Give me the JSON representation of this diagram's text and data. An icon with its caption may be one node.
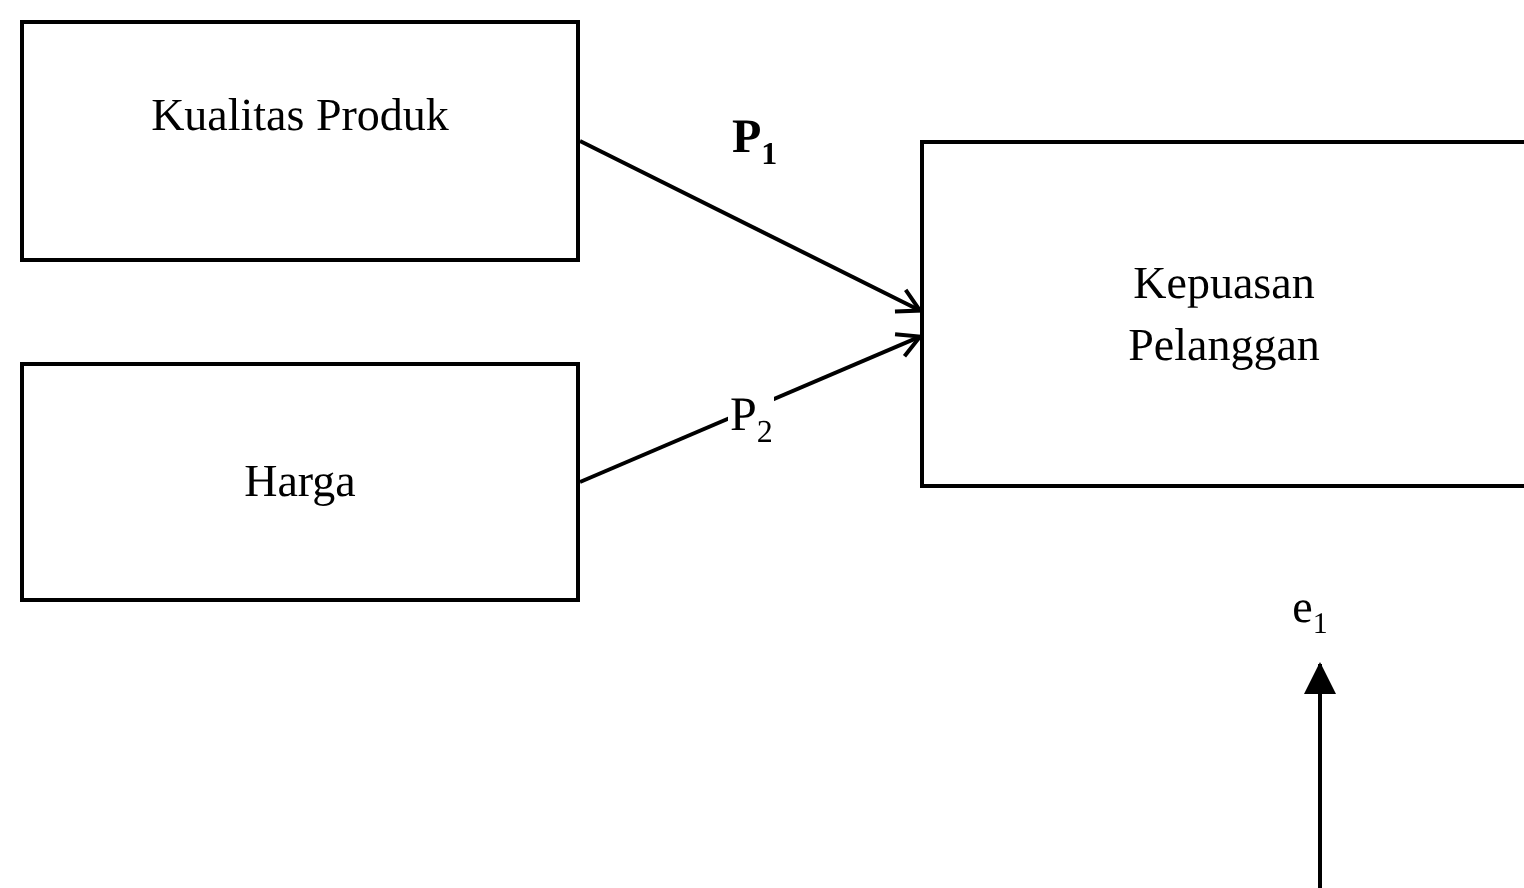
{
  "diagram": {
    "nodes": [
      {
        "text": [
          "Kualitas Produk"
        ]
      },
      {
        "text": [
          "Harga"
        ]
      },
      {
        "text": [
          "Kepuasan Pelanggan"
        ]
      },
      {
        "text": [
          "e$_{1}$"
        ]
      }
    ],
    "edges": [
      {
        "from": 0,
        "to": 2,
        "arrow": "to",
        "label": "P$_{1}$"
      },
      {
        "from": 1,
        "to": 2,
        "arrow": "to",
        "label": "P$_{2}$"
      },
      {
        "from": null,
        "to": 3,
        "arrow": "to"
      }
    ]
  }
}
